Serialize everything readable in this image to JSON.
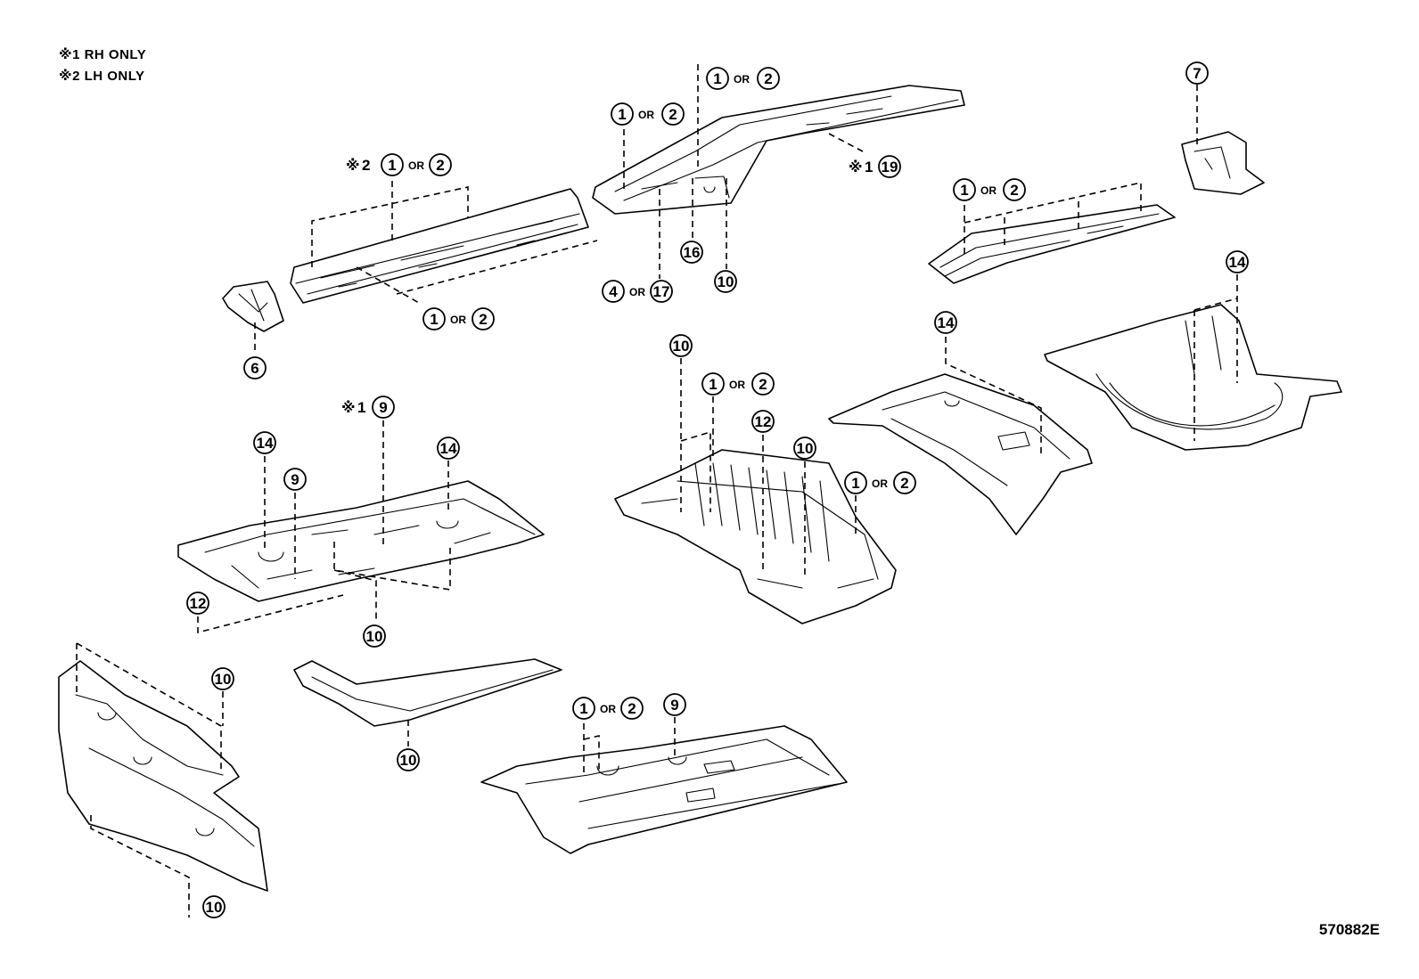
{
  "notes": [
    "※1 RH ONLY",
    "※2 LH ONLY"
  ],
  "drawing_code": "570882E",
  "connector": "OR",
  "reference_mark": "※",
  "labels": {
    "lbl_top_1or2": [
      "1",
      "2"
    ],
    "lbl_upper_1or2": [
      "1",
      "2"
    ],
    "lbl_rail_lh": [
      "1",
      "2"
    ],
    "lbl_rail_lh_note": "2",
    "lbl_rail_bottom": [
      "1",
      "2"
    ],
    "lbl_6": "6",
    "lbl_16": "16",
    "lbl_4or17": [
      "4",
      "17"
    ],
    "lbl_10_a": "10",
    "lbl_19": "19",
    "lbl_19_note": "1",
    "lbl_7": "7",
    "lbl_right_rail": [
      "1",
      "2"
    ],
    "lbl_14_a": "14",
    "lbl_14_b": "14",
    "lbl_10_b": "10",
    "lbl_mid_1or2": [
      "1",
      "2"
    ],
    "lbl_12_a": "12",
    "lbl_10_c": "10",
    "lbl_mid_right": [
      "1",
      "2"
    ],
    "lbl_9_note_num": "9",
    "lbl_9_note": "1",
    "lbl_14_c": "14",
    "lbl_9_a": "9",
    "lbl_14_d": "14",
    "lbl_12_b": "12",
    "lbl_10_d": "10",
    "lbl_10_e": "10",
    "lbl_10_f": "10",
    "lbl_front_1or2": [
      "1",
      "2"
    ],
    "lbl_9_b": "9",
    "lbl_10_g": "10"
  }
}
